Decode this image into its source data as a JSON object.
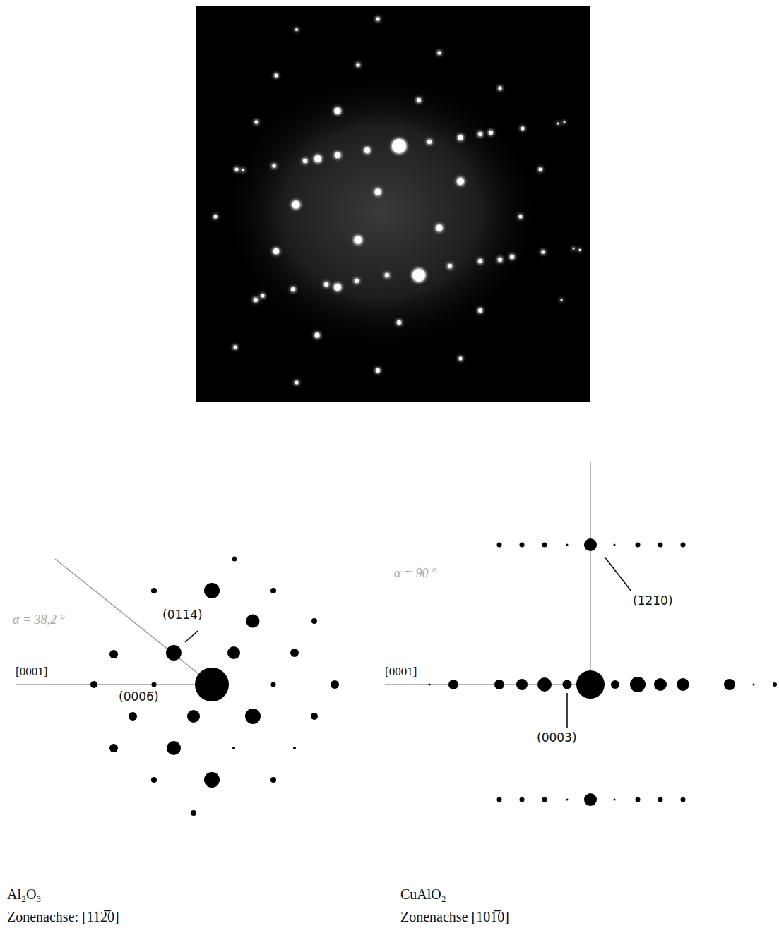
{
  "diagram": {
    "labels": [
      "α = 38,2 °",
      "(011̅4)",
      "[0001]",
      "(0006)",
      "α = 90 °",
      "[0001]",
      "(1̅21̅0)",
      "(0003)",
      "Al₂O₃",
      "Zonenachse: [112̅0]",
      "CuAlO₂",
      "Zonenachse [101̅0]"
    ]
  }
}
